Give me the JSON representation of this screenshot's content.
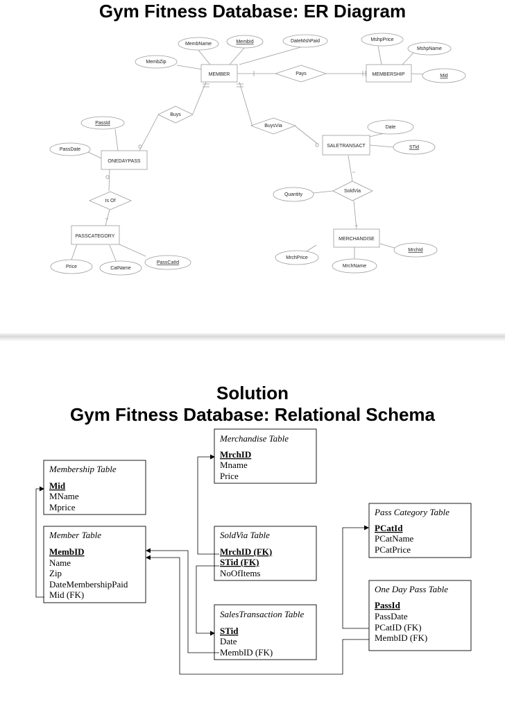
{
  "er_title": "Gym Fitness Database: ER Diagram",
  "solution_label": "Solution",
  "schema_title": "Gym Fitness Database: Relational Schema",
  "er": {
    "entities": {
      "member": "MEMBER",
      "membership": "MEMBERSHIP",
      "onedaypass": "ONEDAYPASS",
      "saletransact": "SALETRANSACT",
      "passcategory": "PASSCATEGORY",
      "merchandise": "MERCHANDISE"
    },
    "relationships": {
      "pays": "Pays",
      "buys": "Buys",
      "buysvia": "BuysVia",
      "soldvia": "SoldVia",
      "isof": "Is Of"
    },
    "attributes": {
      "membname": "MembName",
      "membid": "MembId",
      "datemshpaid": "DateMshPaid",
      "membzip": "MembZip",
      "mshpprice": "MshpPrice",
      "mshpname": "MshpName",
      "mid": "Mid",
      "passid": "PassId",
      "passdate": "PassDate",
      "date": "Date",
      "stid": "STid",
      "quantity": "Quantity",
      "price": "Price",
      "catname": "CatName",
      "passcatid": "PassCatId",
      "mrchprice": "MrchPrice",
      "mrchname": "MrchName",
      "mrchid": "MrchId"
    }
  },
  "schema": {
    "merchandise": {
      "title": "Merchandise Table",
      "fields": [
        "MrchID",
        "Mname",
        "Price"
      ]
    },
    "membership": {
      "title": "Membership Table",
      "fields": [
        "Mid",
        "MName",
        "Mprice"
      ]
    },
    "member": {
      "title": "Member Table",
      "fields": [
        "MembID",
        "Name",
        "Zip",
        "DateMembershipPaid",
        "Mid (FK)"
      ]
    },
    "soldvia": {
      "title": "SoldVia Table",
      "fields": [
        "MrchID (FK)",
        "STid (FK)",
        "NoOfItems"
      ]
    },
    "salestransaction": {
      "title": "SalesTransaction Table",
      "fields": [
        "STid",
        "Date",
        "MembID (FK)"
      ]
    },
    "passcategory": {
      "title": "Pass Category Table",
      "fields": [
        "PCatId",
        "PCatName",
        "PCatPrice"
      ]
    },
    "onedaypass": {
      "title": "One Day Pass Table",
      "fields": [
        "PassId",
        "PassDate",
        "PCatID (FK)",
        "MembID (FK)"
      ]
    }
  }
}
